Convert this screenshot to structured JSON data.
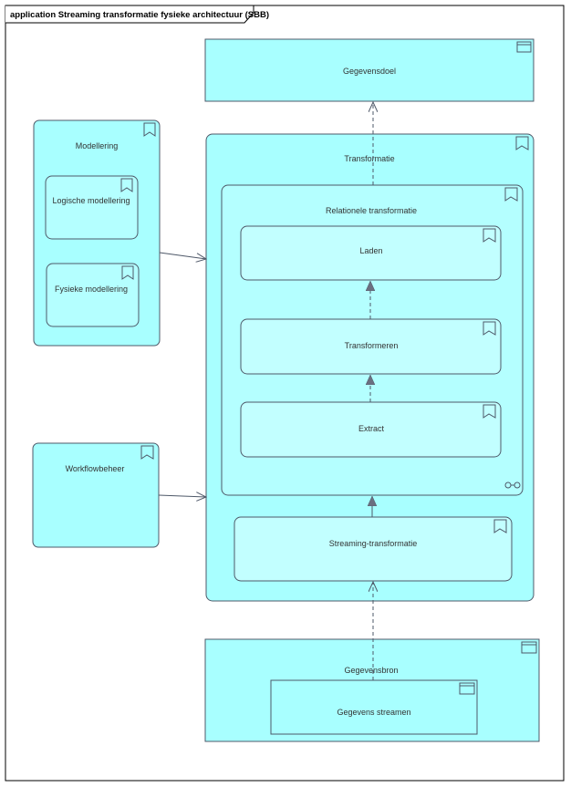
{
  "frame": {
    "title": "application Streaming transformatie fysieke architectuur (SBB)"
  },
  "elements": {
    "gegevensdoel": "Gegevensdoel",
    "modellering": "Modellering",
    "logische_modellering": "Logische modellering",
    "fysieke_modellering": "Fysieke modellering",
    "transformatie": "Transformatie",
    "relationele_transformatie": "Relationele transformatie",
    "laden": "Laden",
    "transformeren": "Transformeren",
    "extract": "Extract",
    "workflowbeheer": "Workflowbeheer",
    "streaming_transformatie": "Streaming-transformatie",
    "gegevensbron": "Gegevensbron",
    "gegevens_streamen": "Gegevens streamen"
  },
  "icons": {
    "component": "component-icon",
    "function": "function-bookmark-icon",
    "interface": "interface-icon"
  },
  "colors": {
    "fill": "#a8ffff",
    "stroke": "#4e5868"
  }
}
